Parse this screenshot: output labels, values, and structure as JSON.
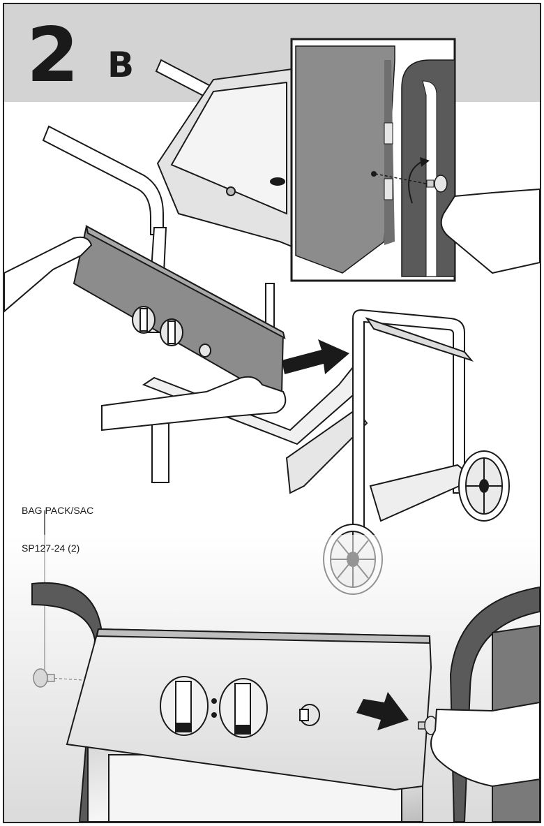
{
  "step": {
    "number": "2",
    "letter": "B"
  },
  "part_callout": {
    "line1": "BAG PACK/SAC",
    "line2": "SP127-24 (2)"
  },
  "colors": {
    "band_gray": "#d3d3d3",
    "panel_dark": "#8c8c8c",
    "panel_light": "#e8e8e8",
    "frame_dark": "#5a5a5a",
    "ink": "#1a1a1a"
  },
  "icons": [
    "arrow-right-icon",
    "rotate-arrow-icon",
    "knob-icon",
    "wheel-icon",
    "hand-icon",
    "thumb-screw-icon"
  ]
}
